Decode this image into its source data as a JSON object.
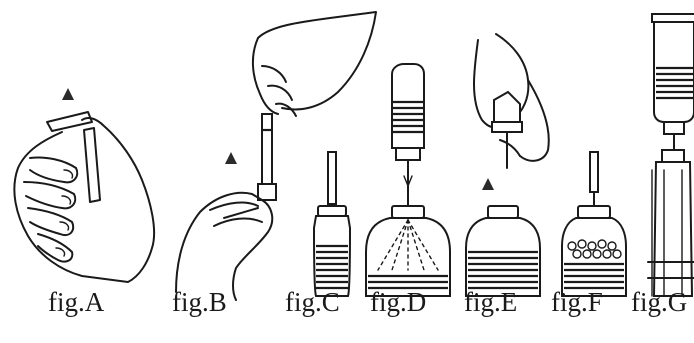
{
  "figures": [
    {
      "id": "A",
      "label": "fig.A",
      "depicts": "hand-opening-vial-cap"
    },
    {
      "id": "B",
      "label": "fig.B",
      "depicts": "hands-assembling-transfer-needle"
    },
    {
      "id": "C",
      "label": "fig.C",
      "depicts": "needle-inserted-in-vial"
    },
    {
      "id": "D",
      "label": "fig.D",
      "depicts": "solvent-sprayed-into-vial"
    },
    {
      "id": "E",
      "label": "fig.E",
      "depicts": "hand-removing-bottle-from-vial"
    },
    {
      "id": "F",
      "label": "fig.F",
      "depicts": "vial-with-foam"
    },
    {
      "id": "G",
      "label": "fig.G",
      "depicts": "bottle-with-drip-chamber"
    }
  ],
  "colors": {
    "ink": "#1a1a1a",
    "background": "#ffffff"
  }
}
